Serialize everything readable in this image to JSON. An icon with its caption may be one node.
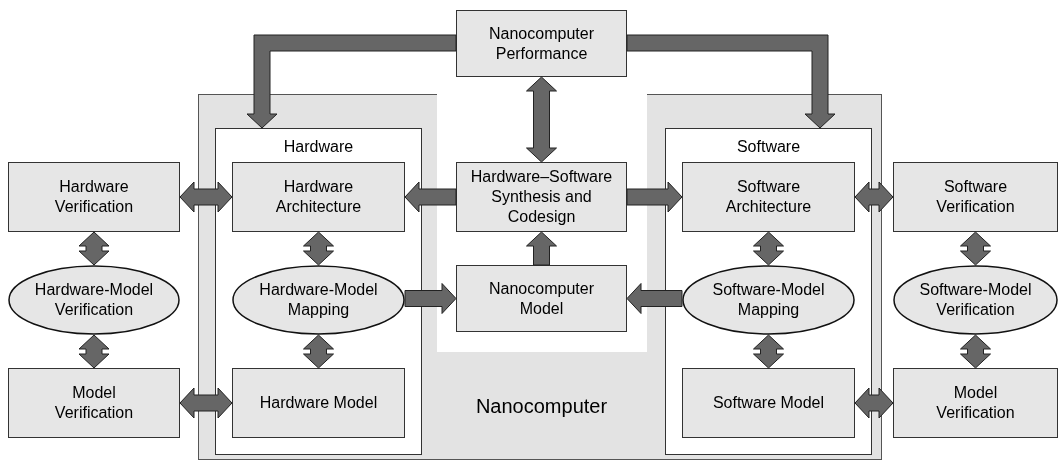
{
  "diagram": {
    "nodes": [
      {
        "text": [
          "Nanocomputer Performance"
        ]
      },
      {
        "text": [
          "Nanocomputer"
        ]
      },
      {
        "text": [
          "Hardware"
        ],
        "in": 1
      },
      {
        "text": [
          "Hardware Architecture"
        ],
        "in": 2
      },
      {
        "text": [
          "Hardware-Model Mapping"
        ],
        "in": 2
      },
      {
        "text": [
          "Hardware Model"
        ],
        "in": 2
      },
      {
        "text": [
          "Software"
        ],
        "in": 1
      },
      {
        "text": [
          "Software Architecture"
        ],
        "in": 6
      },
      {
        "text": [
          "Software-Model Mapping"
        ],
        "in": 6
      },
      {
        "text": [
          "Software Model"
        ],
        "in": 6
      },
      {
        "text": [
          "Hardware–Software Synthesis and Codesign"
        ],
        "in": 1
      },
      {
        "text": [
          "Nanocomputer Model"
        ],
        "in": 1
      },
      {
        "text": [
          "Hardware Verification"
        ]
      },
      {
        "text": [
          "Hardware-Model Verification"
        ]
      },
      {
        "text": [
          "Model Verification"
        ]
      },
      {
        "text": [
          "Software Verification"
        ]
      },
      {
        "text": [
          "Software-Model Verification"
        ]
      },
      {
        "text": [
          "Model Verification"
        ]
      }
    ],
    "edges": [
      {
        "from": 0,
        "to": 2,
        "arrow": "to",
        "style": "thick"
      },
      {
        "from": 0,
        "to": 6,
        "arrow": "to",
        "style": "thick"
      },
      {
        "from": 0,
        "to": 10,
        "arrow": "both",
        "style": "thick"
      },
      {
        "from": 10,
        "to": 3,
        "arrow": "to",
        "style": "thick"
      },
      {
        "from": 10,
        "to": 7,
        "arrow": "to",
        "style": "thick"
      },
      {
        "from": 11,
        "to": 10,
        "arrow": "to",
        "style": "thick"
      },
      {
        "from": 4,
        "to": 11,
        "arrow": "to",
        "style": "thick"
      },
      {
        "from": 8,
        "to": 11,
        "arrow": "to",
        "style": "thick"
      },
      {
        "from": 3,
        "to": 4,
        "arrow": "both",
        "style": "thick"
      },
      {
        "from": 4,
        "to": 5,
        "arrow": "both",
        "style": "thick"
      },
      {
        "from": 7,
        "to": 8,
        "arrow": "both",
        "style": "thick"
      },
      {
        "from": 8,
        "to": 9,
        "arrow": "both",
        "style": "thick"
      },
      {
        "from": 12,
        "to": 3,
        "arrow": "both",
        "style": "thick"
      },
      {
        "from": 14,
        "to": 5,
        "arrow": "both",
        "style": "thick"
      },
      {
        "from": 15,
        "to": 7,
        "arrow": "both",
        "style": "thick"
      },
      {
        "from": 17,
        "to": 9,
        "arrow": "both",
        "style": "thick"
      },
      {
        "from": 12,
        "to": 13,
        "arrow": "both",
        "style": "thick"
      },
      {
        "from": 13,
        "to": 14,
        "arrow": "both",
        "style": "thick"
      },
      {
        "from": 15,
        "to": 16,
        "arrow": "both",
        "style": "thick"
      },
      {
        "from": 16,
        "to": 17,
        "arrow": "both",
        "style": "thick"
      }
    ]
  }
}
